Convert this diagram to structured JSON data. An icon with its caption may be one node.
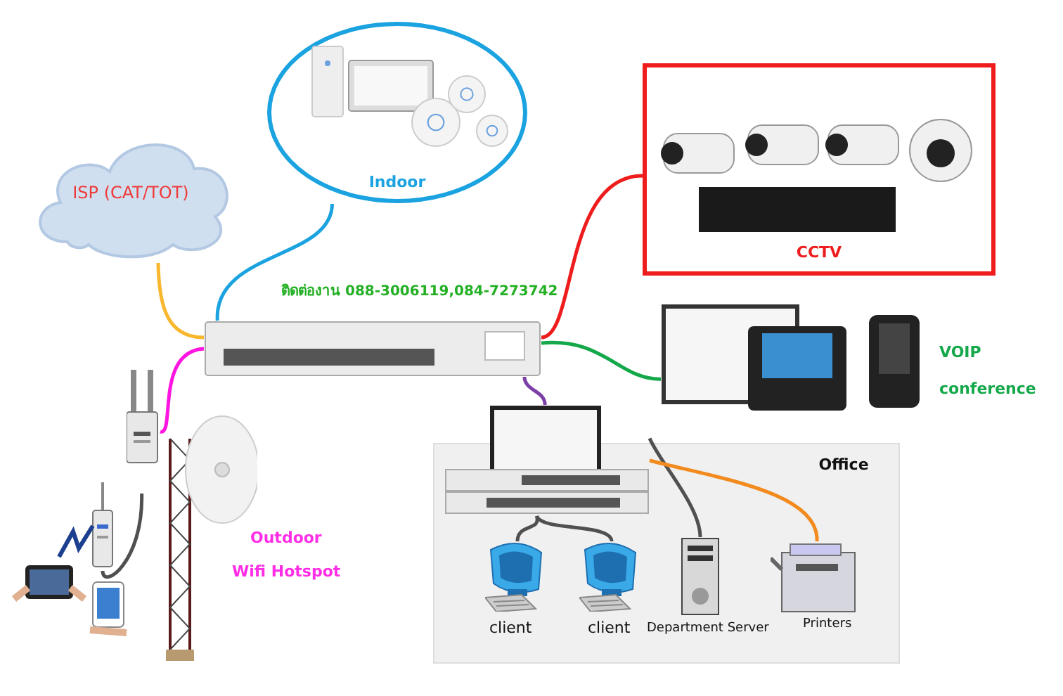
{
  "diagram": {
    "nodes": [
      {
        "text": [
          "ISP (CAT/TOT)"
        ]
      },
      {
        "text": [
          "Indoor"
        ]
      },
      {
        "text": [],
        "shape": "picture"
      },
      {
        "text": [
          "CCTV"
        ]
      },
      {
        "text": [],
        "shape": "picture",
        "beside": [
          "VOIP",
          "conference"
        ]
      },
      {
        "text": [
          "Office"
        ]
      },
      {
        "text": [],
        "shape": "picture"
      },
      {
        "text": [],
        "shape": "picture",
        "in": 5,
        "beside": [
          "client"
        ]
      },
      {
        "text": [],
        "shape": "picture",
        "in": 5,
        "beside": [
          "client"
        ]
      },
      {
        "text": [],
        "shape": "picture",
        "in": 5,
        "beside": [
          "Department Server"
        ]
      },
      {
        "text": [],
        "shape": "picture",
        "in": 5,
        "beside": [
          "Printers"
        ]
      },
      {
        "text": [],
        "shape": "picture"
      },
      {
        "text": [],
        "shape": "picture"
      }
    ],
    "edges": [
      {
        "from": 0,
        "to": 2,
        "arrow": "none",
        "color": "#f8b72e"
      },
      {
        "from": 1,
        "to": 2,
        "arrow": "none",
        "color": "#1aa3e0"
      },
      {
        "from": 2,
        "to": 3,
        "arrow": "none",
        "color": "#ee1c1c"
      },
      {
        "from": 2,
        "to": 4,
        "arrow": "none",
        "color": "#14a84a"
      },
      {
        "from": 2,
        "to": 6,
        "arrow": "none",
        "color": "#7b3fa8"
      },
      {
        "from": 2,
        "to": 11,
        "arrow": "none",
        "color": "#ff14e0"
      },
      {
        "from": 11,
        "to": 12,
        "arrow": "none",
        "color": "#505050"
      },
      {
        "from": 6,
        "to": 7,
        "arrow": "none",
        "color": "#505050"
      },
      {
        "from": 6,
        "to": 8,
        "arrow": "none",
        "color": "#505050"
      },
      {
        "from": 6,
        "to": 9,
        "arrow": "none",
        "color": "#505050"
      },
      {
        "from": 6,
        "to": 10,
        "arrow": "none",
        "color": "#f28a1e"
      }
    ],
    "labels": [
      "ติดต่องาน 088-3006119,084-7273742",
      "Outdoor",
      "Wifi Hotspot"
    ]
  }
}
